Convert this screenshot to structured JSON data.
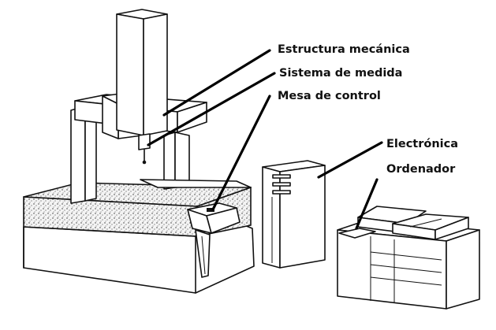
{
  "labels": {
    "estructura": "Estructura mecánica",
    "sistema": "Sistema de medida",
    "mesa": "Mesa de control",
    "electronica": "Electrónica",
    "ordenador": "Ordenador"
  },
  "colors": {
    "ink": "#111111",
    "background": "#ffffff",
    "granite_fill": "#e8e8e8"
  }
}
